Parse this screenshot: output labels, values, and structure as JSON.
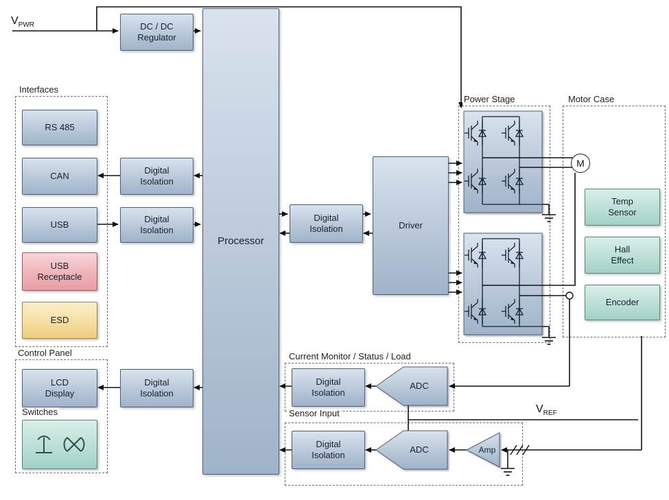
{
  "labels": {
    "vpwr_v": "V",
    "vpwr_sub": "PWR",
    "vref_v": "V",
    "vref_sub": "REF"
  },
  "blocks": {
    "dcdc": "DC / DC\nRegulator",
    "processor": "Processor",
    "digital_isolation": "Digital\nIsolation",
    "driver": "Driver",
    "adc": "ADC",
    "amp": "Amp",
    "motor": "M"
  },
  "interfaces": {
    "label": "Interfaces",
    "items": [
      "RS 485",
      "CAN",
      "USB",
      "USB\nReceptacle",
      "ESD"
    ]
  },
  "power_stage": {
    "label": "Power Stage"
  },
  "motor_case": {
    "label": "Motor Case",
    "items": [
      "Temp\nSensor",
      "Hall\nEffect",
      "Encoder"
    ]
  },
  "control_panel": {
    "label": "Control Panel",
    "lcd": "LCD\nDisplay",
    "switches_label": "Switches"
  },
  "current_monitor": {
    "label": "Current Monitor / Status / Load"
  },
  "sensor_input": {
    "label": "Sensor Input"
  },
  "colors": {
    "block_blue": "#b7c8da",
    "block_pink": "#efb3b8",
    "block_yellow": "#f4d896",
    "block_teal": "#b4dbd2",
    "outline": "#4c5e72",
    "wire": "#111111"
  }
}
